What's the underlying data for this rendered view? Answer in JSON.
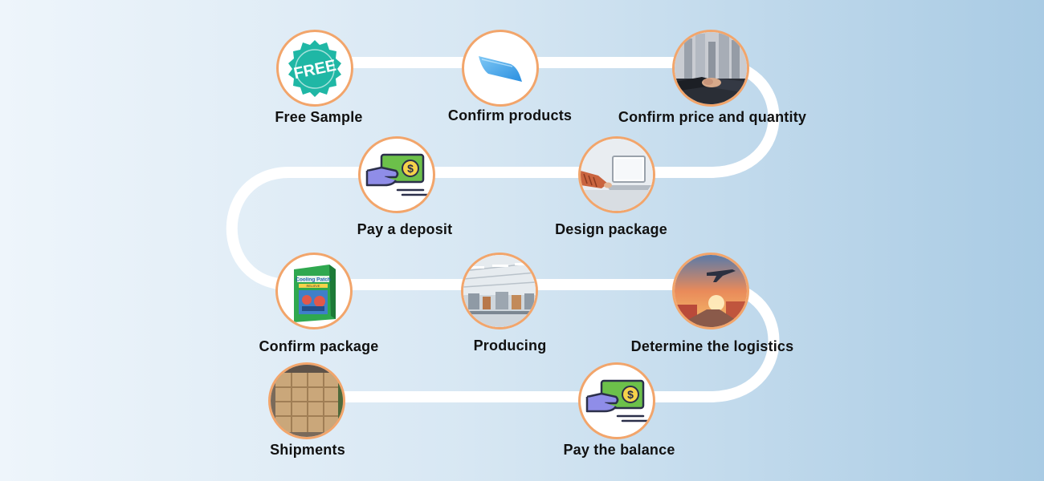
{
  "steps": [
    {
      "label": "Free Sample",
      "icon": "free-badge-icon"
    },
    {
      "label": "Confirm products",
      "icon": "cooling-sheet-icon"
    },
    {
      "label": "Confirm price and quantity",
      "icon": "handshake-icon"
    },
    {
      "label": "Design package",
      "icon": "laptop-design-icon"
    },
    {
      "label": "Pay a deposit",
      "icon": "hand-money-icon"
    },
    {
      "label": "Confirm package",
      "icon": "product-box-icon"
    },
    {
      "label": "Producing",
      "icon": "factory-icon"
    },
    {
      "label": "Determine the logistics",
      "icon": "airplane-sunset-icon"
    },
    {
      "label": "Pay the balance",
      "icon": "hand-money-icon"
    },
    {
      "label": "Shipments",
      "icon": "cargo-container-icon"
    }
  ],
  "badge_text": "FREE",
  "box_text": "Cooling Patch",
  "box_subtext": "RELIEVE",
  "colors": {
    "node_border": "#f2a56b",
    "path": "#ffffff",
    "money_green": "#6cc04a",
    "free_teal": "#1fb7a5"
  }
}
